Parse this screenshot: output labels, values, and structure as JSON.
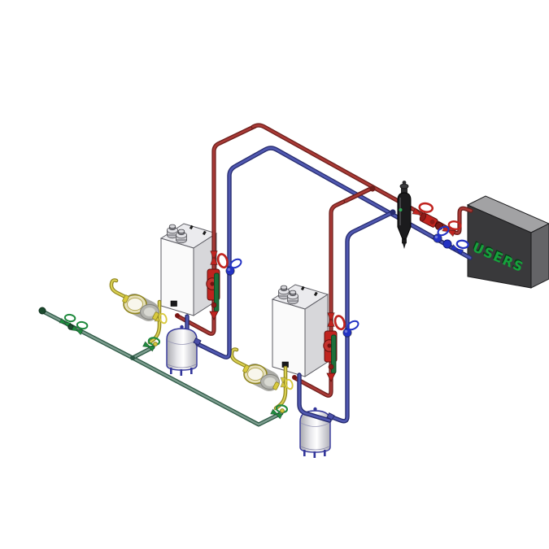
{
  "diagram": {
    "users_label": "USERS",
    "components": [
      "gas-main-line",
      "gas-shutoff-valve-station",
      "gas-meter-1",
      "gas-meter-2",
      "wall-hung-boiler-1",
      "wall-hung-boiler-2",
      "boiler-pump-group-1",
      "boiler-pump-group-2",
      "expansion-tank-1",
      "expansion-tank-2",
      "dirt-separator",
      "supply-line",
      "return-line",
      "supply-valve-and-pump-cluster",
      "return-valve-cluster",
      "users-distribution-box"
    ],
    "colors": {
      "background": "#ffffff",
      "pipe_red": "#a93a36",
      "pipe_red_dark": "#6e1f1c",
      "pipe_blue": "#5058b0",
      "pipe_blue_dark": "#262b6e",
      "pipe_green": "#7c9c8e",
      "pipe_green_dark": "#2c5844",
      "pipe_yellow": "#d9cf52",
      "pipe_yellow_dark": "#8f8520",
      "valve_red": "#c0241f",
      "valve_blue": "#2433c4",
      "valve_green": "#1f8a3e",
      "valve_yellow": "#d8c93e",
      "boiler_front": "#fafafa",
      "boiler_side": "#d7d7da",
      "boiler_top": "#ebebee",
      "boiler_outline": "#5d5d64",
      "users_front": "#39393b",
      "users_top": "#a2a2a4",
      "users_side": "#646467",
      "users_text": "#16a23c",
      "users_text_shadow": "#093d18",
      "separator_body": "#1b1b1d",
      "tank_outline": "#33369a"
    }
  }
}
